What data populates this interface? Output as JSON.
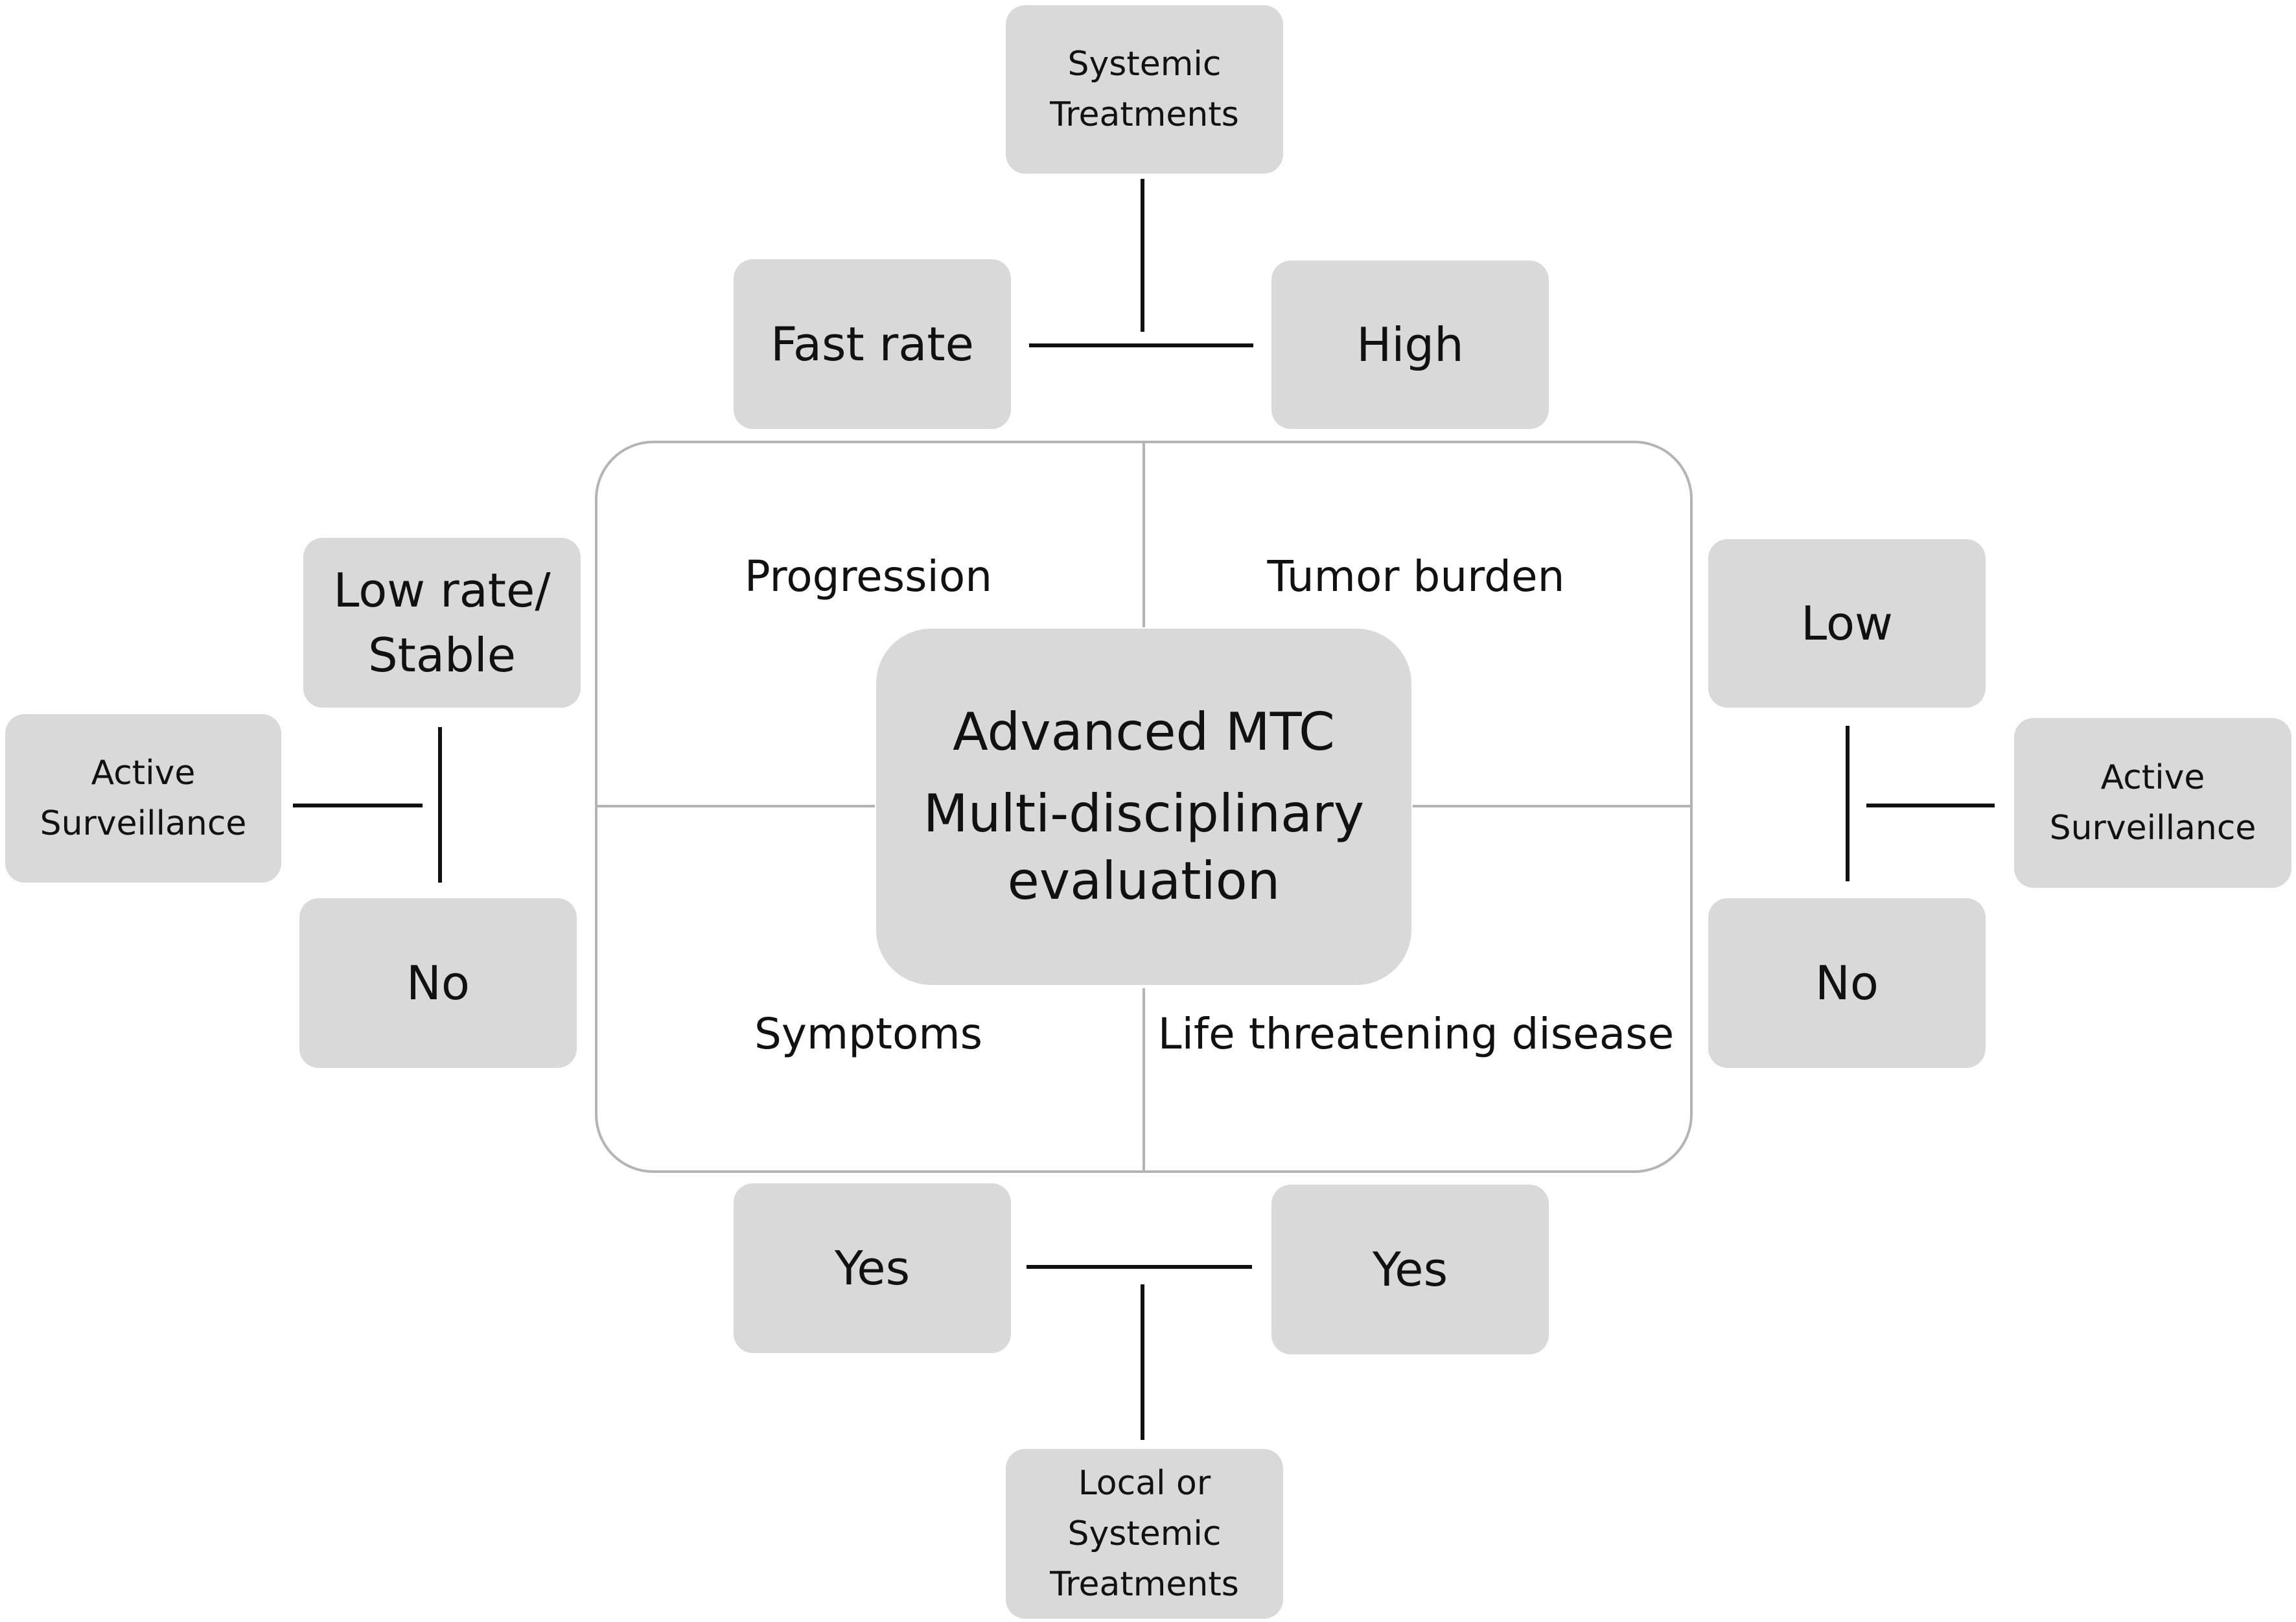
{
  "center": {
    "title": "Advanced MTC",
    "subtitle_line1": "Multi-disciplinary",
    "subtitle_line2": "evaluation"
  },
  "quadrants": {
    "top_left": "Progression",
    "top_right": "Tumor burden",
    "bottom_left": "Symptoms",
    "bottom_right": "Life threatening disease"
  },
  "top": {
    "treatment_line1": "Systemic",
    "treatment_line2": "Treatments",
    "left_box": "Fast rate",
    "right_box": "High"
  },
  "left": {
    "upper_line1": "Low rate/",
    "upper_line2": "Stable",
    "lower_box": "No",
    "outcome_line1": "Active",
    "outcome_line2": "Surveillance"
  },
  "right": {
    "upper_box": "Low",
    "lower_box": "No",
    "outcome_line1": "Active",
    "outcome_line2": "Surveillance"
  },
  "bottom": {
    "left_box": "Yes",
    "right_box": "Yes",
    "treatment_line1": "Local or",
    "treatment_line2": "Systemic",
    "treatment_line3": "Treatments"
  }
}
